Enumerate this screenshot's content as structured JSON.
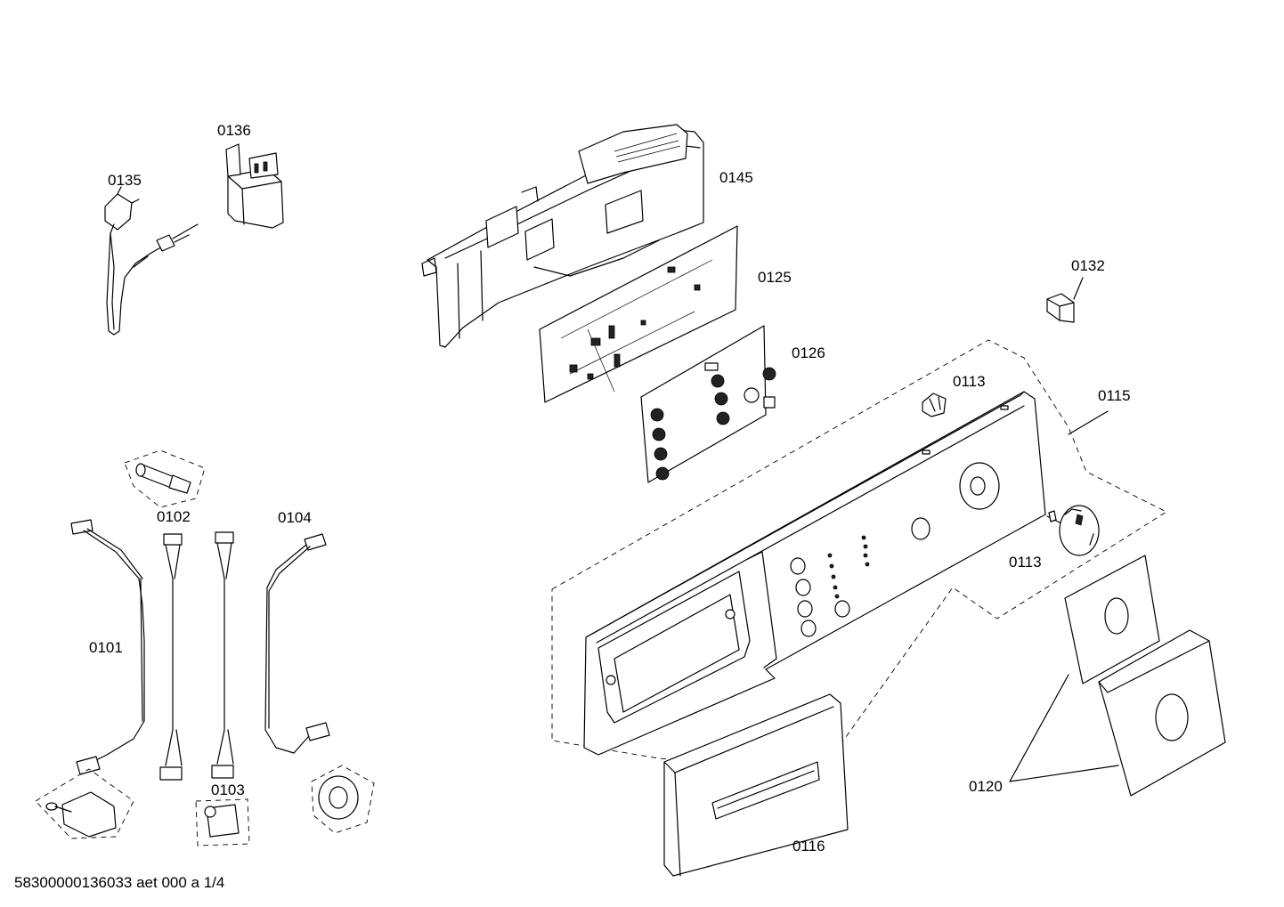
{
  "parts": [
    {
      "id": "p0135",
      "label": "0135"
    },
    {
      "id": "p0136",
      "label": "0136"
    },
    {
      "id": "p0145",
      "label": "0145"
    },
    {
      "id": "p0125",
      "label": "0125"
    },
    {
      "id": "p0126",
      "label": "0126"
    },
    {
      "id": "p0132",
      "label": "0132"
    },
    {
      "id": "p0113a",
      "label": "0113"
    },
    {
      "id": "p0115",
      "label": "0115"
    },
    {
      "id": "p0113b",
      "label": "0113"
    },
    {
      "id": "p0102",
      "label": "0102"
    },
    {
      "id": "p0104",
      "label": "0104"
    },
    {
      "id": "p0101",
      "label": "0101"
    },
    {
      "id": "p0103",
      "label": "0103"
    },
    {
      "id": "p0120",
      "label": "0120"
    },
    {
      "id": "p0116",
      "label": "0116"
    }
  ],
  "footer": "58300000136033 aet 000 a 1/4"
}
